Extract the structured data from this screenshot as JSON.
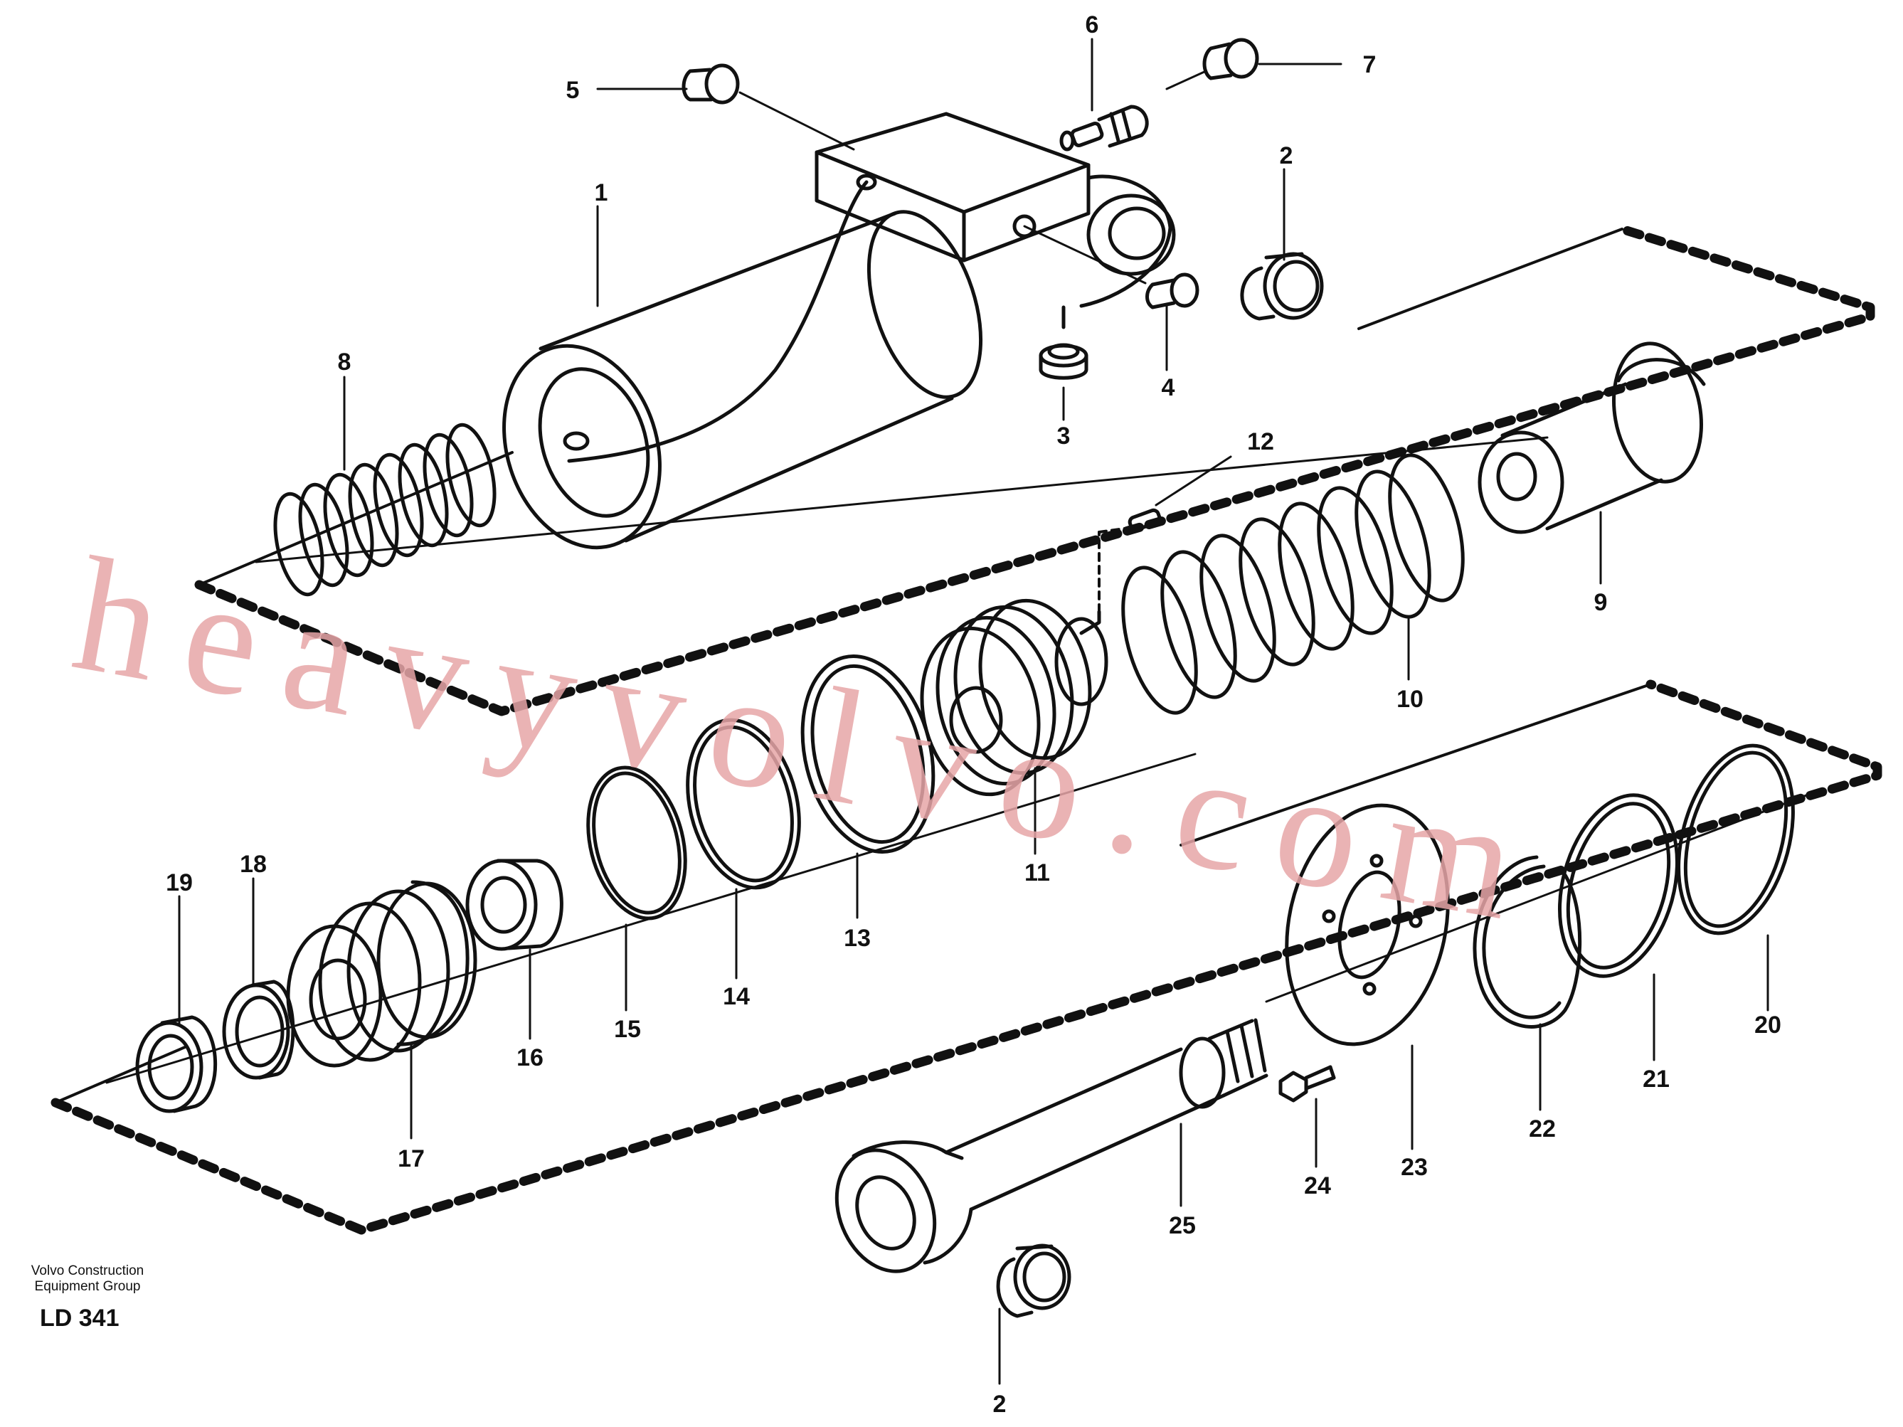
{
  "diagram": {
    "watermark": "heavyvolvo.com",
    "footer": {
      "line1": "Volvo Construction",
      "line2": "Equipment Group",
      "code": "LD 341"
    },
    "callouts": [
      "1",
      "2",
      "3",
      "4",
      "5",
      "6",
      "7",
      "8",
      "9",
      "10",
      "11",
      "12",
      "13",
      "14",
      "15",
      "16",
      "17",
      "18",
      "19",
      "20",
      "21",
      "22",
      "23",
      "24",
      "25",
      "2"
    ]
  }
}
